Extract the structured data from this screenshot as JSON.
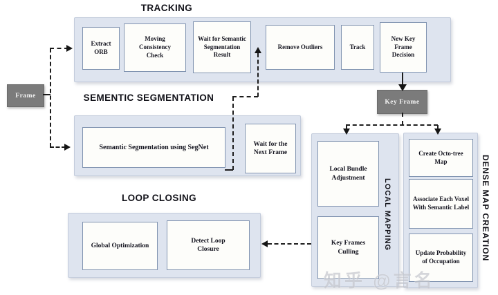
{
  "diagram": {
    "titles": {
      "tracking": "TRACKING",
      "semantic_segmentation": "SEMENTIC SEGMENTATION",
      "loop_closing": "LOOP CLOSING"
    },
    "side_labels": {
      "local_mapping": "LOCAL MAPPING",
      "dense_map_creation": "DENSE MAP CREATION"
    },
    "tracking_boxes": [
      "Extract ORB",
      "Moving Consistency Check",
      "Wait for Semantic Segmentation Result",
      "Remove Outliers",
      "Track",
      "New Key Frame Decision"
    ],
    "semantic_segmentation_boxes": [
      "Semantic Segmentation using SegNet",
      "Wait for the Next Frame"
    ],
    "loop_closing_boxes": [
      "Global Optimization",
      "Detect Loop Closure"
    ],
    "local_mapping_boxes": [
      "Local Bundle Adjustment",
      "Key Frames Culling"
    ],
    "dense_map_creation_boxes": [
      "Create Octo-tree Map",
      "Associate Each Voxel With Semantic Label",
      "Update Probability of Occupation"
    ],
    "nodes": {
      "frame": "Frame",
      "key_frame": "Key Frame"
    },
    "watermark": "知乎 @言名",
    "colors": {
      "container_fill": "#dee4ef",
      "container_border": "#c2cbdb",
      "box_fill": "#fdfdfa",
      "box_border": "#8093b0",
      "gray_node_fill": "#7b7b7b",
      "text": "#14141f",
      "arrow": "#1c1c1c"
    }
  }
}
